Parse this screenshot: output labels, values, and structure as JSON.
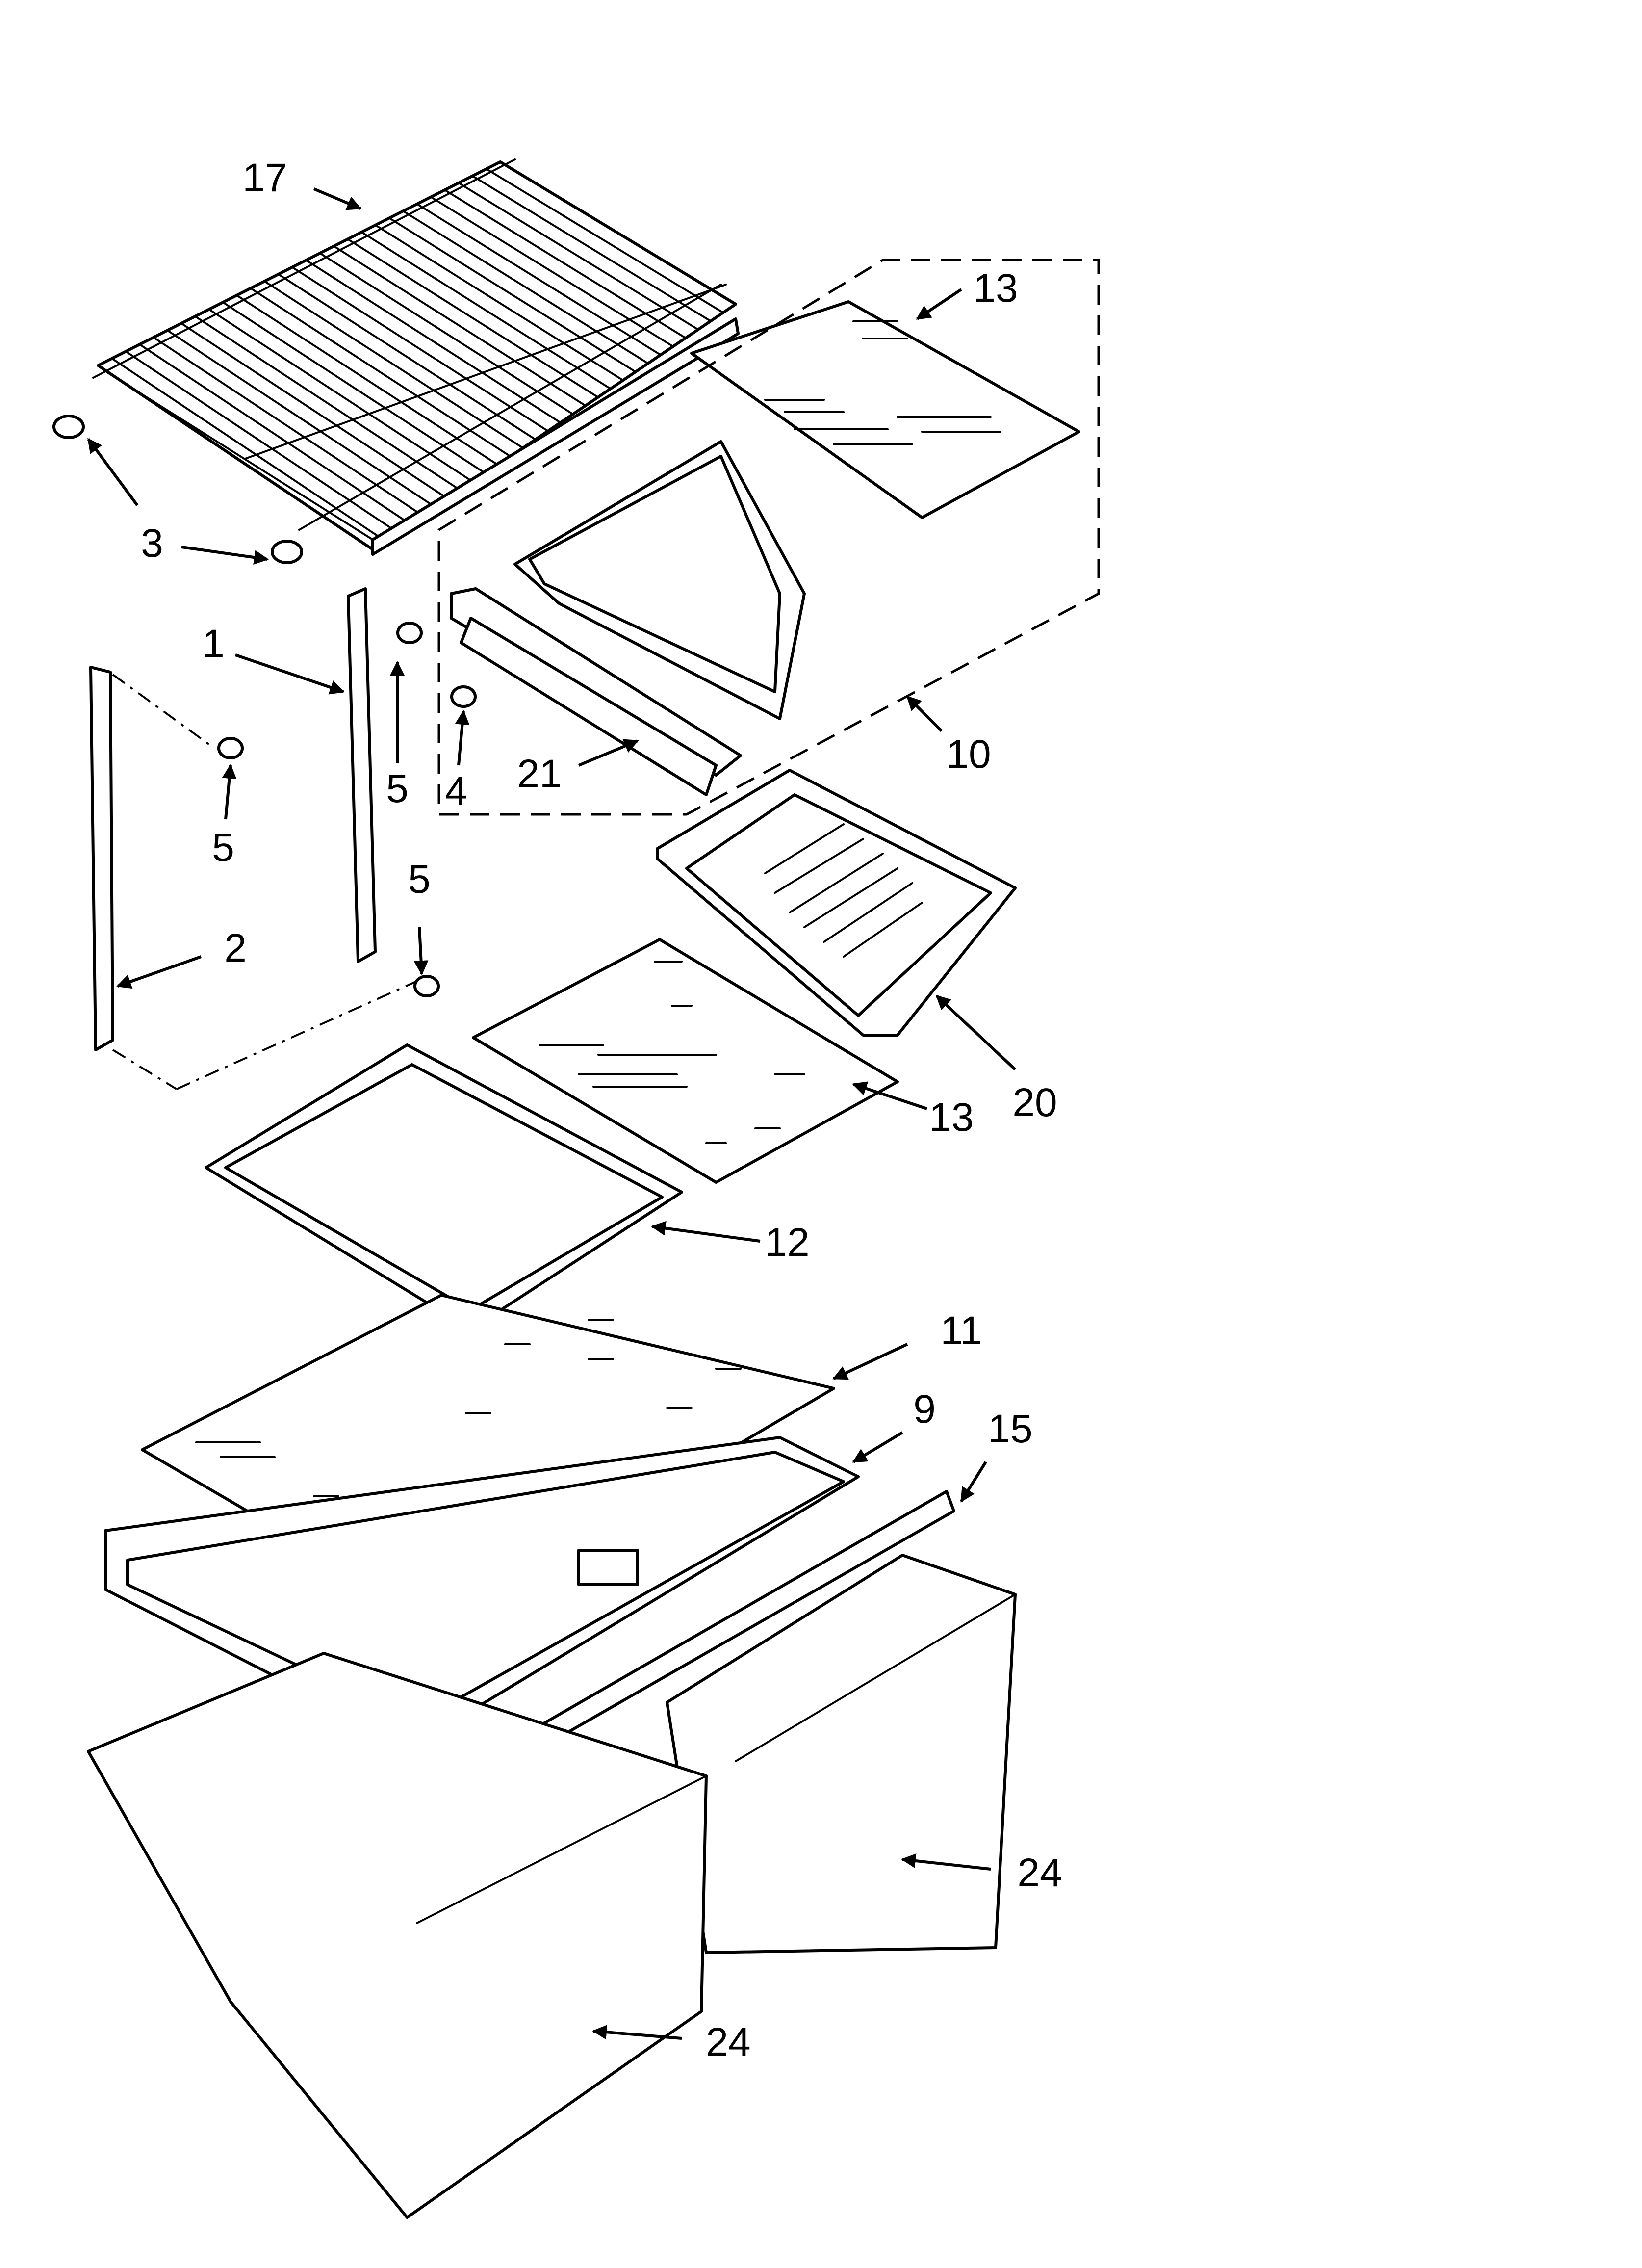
{
  "callouts": [
    {
      "id": "c17",
      "label": "17"
    },
    {
      "id": "c13a",
      "label": "13"
    },
    {
      "id": "c3",
      "label": "3"
    },
    {
      "id": "c1",
      "label": "1"
    },
    {
      "id": "c5a",
      "label": "5"
    },
    {
      "id": "c5b",
      "label": "5"
    },
    {
      "id": "c4",
      "label": "4"
    },
    {
      "id": "c21",
      "label": "21"
    },
    {
      "id": "c10",
      "label": "10"
    },
    {
      "id": "c5c",
      "label": "5"
    },
    {
      "id": "c2",
      "label": "2"
    },
    {
      "id": "c20",
      "label": "20"
    },
    {
      "id": "c13b",
      "label": "13"
    },
    {
      "id": "c12",
      "label": "12"
    },
    {
      "id": "c11",
      "label": "11"
    },
    {
      "id": "c9",
      "label": "9"
    },
    {
      "id": "c15",
      "label": "15"
    },
    {
      "id": "c24a",
      "label": "24"
    },
    {
      "id": "c24b",
      "label": "24"
    }
  ]
}
